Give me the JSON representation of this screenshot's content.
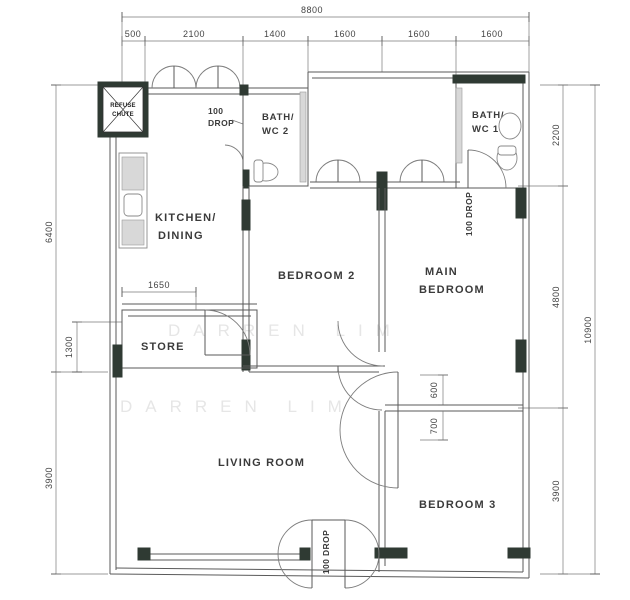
{
  "document": {
    "type": "floor-plan",
    "watermark": "DARREN LIM",
    "units": "mm"
  },
  "dimensions": {
    "top": {
      "total": "8800",
      "segments": [
        "500",
        "2100",
        "1400",
        "1600",
        "1600",
        "1600"
      ]
    },
    "left": {
      "segments": [
        "6400",
        "1300",
        "3900"
      ]
    },
    "right": {
      "total": "10900",
      "segments": [
        "2200",
        "4800",
        "3900"
      ]
    },
    "interior": {
      "store_width": "1650",
      "bedroom3_offset_a": "600",
      "bedroom3_offset_b": "700"
    }
  },
  "rooms": [
    {
      "id": "kitchen",
      "label_line1": "KITCHEN/",
      "label_line2": "DINING"
    },
    {
      "id": "refuse-chute",
      "label_line1": "REFUSE",
      "label_line2": "CHUTE"
    },
    {
      "id": "bath-wc-2",
      "label_line1": "BATH/",
      "label_line2": "WC  2"
    },
    {
      "id": "bath-wc-1",
      "label_line1": "BATH/",
      "label_line2": "WC  1"
    },
    {
      "id": "bedroom-2",
      "label_line1": "BEDROOM  2",
      "label_line2": ""
    },
    {
      "id": "main-bedroom",
      "label_line1": "MAIN",
      "label_line2": "BEDROOM"
    },
    {
      "id": "store",
      "label_line1": "STORE",
      "label_line2": ""
    },
    {
      "id": "living-room",
      "label_line1": "LIVING  ROOM",
      "label_line2": ""
    },
    {
      "id": "bedroom-3",
      "label_line1": "BEDROOM  3",
      "label_line2": ""
    }
  ],
  "notes": {
    "drop_kitchen_line1": "100",
    "drop_kitchen_line2": "DROP",
    "drop_bath1": "100 DROP",
    "drop_entrance": "100 DROP"
  }
}
